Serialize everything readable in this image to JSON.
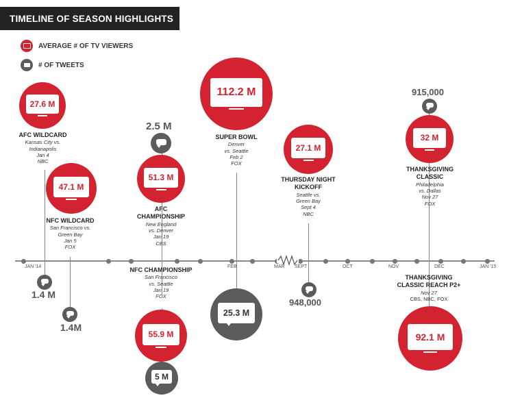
{
  "title": "TIMELINE OF SEASON HIGHLIGHTS",
  "legend": {
    "tv": "AVERAGE # OF TV VIEWERS",
    "tweets": "# OF TWEETS"
  },
  "months": [
    "JAN '14",
    "FEB",
    "MAR",
    "SEPT",
    "OCT",
    "NOV",
    "DEC",
    "JAN '15"
  ],
  "events": {
    "afc_wildcard": {
      "viewers": "27.6 M",
      "name": "AFC WILDCARD",
      "teams1": "Kansas City vs.",
      "teams2": "Indianapolis",
      "date": "Jan 4",
      "network": "NBC",
      "tweets": "1.4 M"
    },
    "nfc_wildcard": {
      "viewers": "47.1 M",
      "name": "NFC WILDCARD",
      "teams1": "San Francisco vs.",
      "teams2": "Green Bay",
      "date": "Jan 5",
      "network": "FOX",
      "tweets": "1.4M"
    },
    "afc_championship": {
      "viewers": "51.3 M",
      "name1": "AFC",
      "name2": "CHAMPIONSHIP",
      "teams1": "New England",
      "teams2": "vs. Denver",
      "date": "Jan 19",
      "network": "CBS",
      "tweets": "2.5 M"
    },
    "nfc_championship": {
      "viewers": "55.9 M",
      "name": "NFC CHAMPIONSHIP",
      "teams1": "San Francisco",
      "teams2": "vs. Seattle",
      "date": "Jan 19",
      "network": "FOX",
      "tweets": "5 M"
    },
    "super_bowl": {
      "viewers": "112.2 M",
      "name": "SUPER BOWL",
      "teams1": "Denver",
      "teams2": "vs. Seattle",
      "date": "Feb 2",
      "network": "FOX",
      "tweets": "25.3 M"
    },
    "thursday_night": {
      "viewers": "27.1 M",
      "name1": "THURSDAY NIGHT",
      "name2": "KICKOFF",
      "teams1": "Seattle vs.",
      "teams2": "Green Bay",
      "date": "Sept 4",
      "network": "NBC",
      "tweets": "948,000"
    },
    "thanksgiving": {
      "viewers": "32 M",
      "name1": "THANKSGIVING",
      "name2": "CLASSIC",
      "teams1": "Philadelphia",
      "teams2": "vs. Dallas",
      "date": "Nov 27",
      "network": "FOX",
      "tweets": "915,000"
    },
    "thanksgiving_reach": {
      "viewers": "92.1 M",
      "name1": "THANKSGIVING",
      "name2": "CLASSIC REACH P2+",
      "date": "Nov 27",
      "network": "CBS, NBC, FOX"
    }
  },
  "colors": {
    "red": "#d42330",
    "gray": "#5b5b5b",
    "dark": "#222222"
  }
}
